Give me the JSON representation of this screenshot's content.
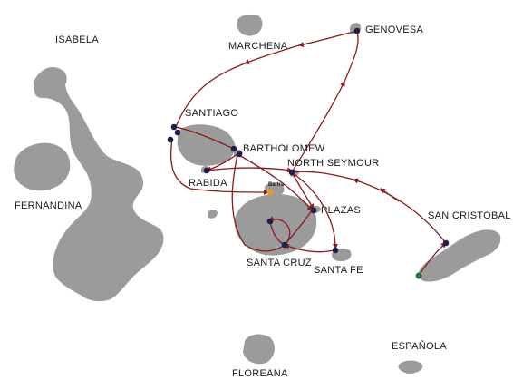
{
  "islands": {
    "isabela": "ISABELA",
    "fernandina": "FERNANDINA",
    "marchena": "MARCHENA",
    "genovesa": "GENOVESA",
    "santiago": "SANTIAGO",
    "bartholomew": "BARTHOLOMEW",
    "north_seymour": "NORTH SEYMOUR",
    "rabida": "RABIDA",
    "baltra": "Baltra",
    "plazas": "PLAZAS",
    "san_cristobal": "SAN CRISTOBAL",
    "santa_cruz": "SANTA CRUZ",
    "santa_fe": "SANTA FE",
    "espanola": "ESPAÑOLA",
    "floreana": "FLOREANA"
  },
  "colors": {
    "land": "#9b9b9b",
    "route": "#8b1a1a",
    "stop": "#1f1f4f",
    "start": "#1e7a3c",
    "airport": "#e39a2c"
  }
}
